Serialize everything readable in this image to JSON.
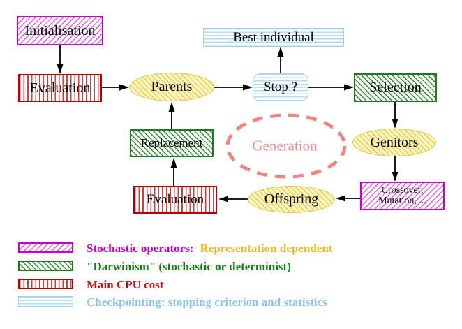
{
  "nodes": {
    "initialisation": "Initialisation",
    "evaluation_top": "Evaluation",
    "parents": "Parents",
    "best_individual": "Best individual",
    "stop": "Stop ?",
    "selection": "Selection",
    "genitors": "Genitors",
    "replacement": "Replacement",
    "generation": "Generation",
    "evaluation_bottom": "Evaluation",
    "offspring": "Offspring",
    "crossover_line1": "Crossover,",
    "crossover_line2": "Mutation, ..."
  },
  "legend": {
    "stochastic": {
      "label": "Stochastic operators:",
      "suffix": "Representation dependent",
      "swatch": "magenta-diagonal-hatch"
    },
    "darwinism": {
      "label": "\"Darwinism\" (stochastic or determinist)",
      "swatch": "green-diagonal-hatch"
    },
    "cpu": {
      "label": "Main CPU cost",
      "swatch": "red-vertical-stripes"
    },
    "checkpointing": {
      "label": "Checkpointing: stopping criterion and statistics",
      "swatch": "cyan-horizontal-stripes"
    }
  },
  "colors": {
    "magenta": "#c800c8",
    "green": "#1a7a1a",
    "red": "#b40000",
    "red_text": "#c41414",
    "light_blue": "#8cc8e6",
    "yellow_border": "#ddc84e",
    "gold_text": "#eeb820",
    "coral": "#ee8484",
    "node_text": "#000000",
    "background": "#ffffff"
  }
}
